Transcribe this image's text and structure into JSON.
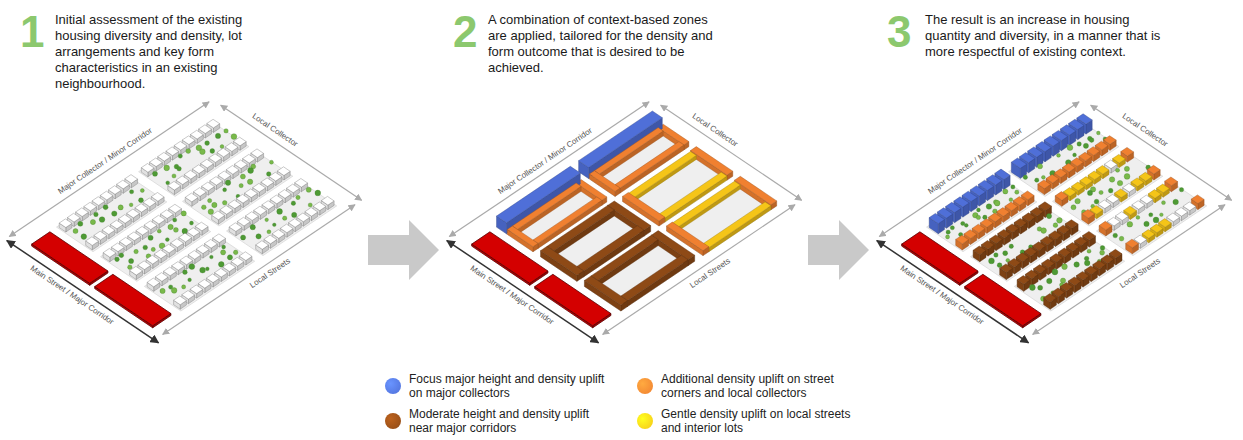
{
  "diagram": {
    "nodes": [
      {
        "text": [
          "1",
          "Initial assessment of the existing housing diversity and density, lot arrangements and key form characteristics in an existing neighbourhood."
        ]
      },
      {
        "text": [
          "2",
          "A combination of context-based zones are applied, tailored for the density and form outcome that is desired to be achieved."
        ]
      },
      {
        "text": [
          "3",
          "The result is an increase in housing quantity and diversity, in a manner that is more respectful of existing context."
        ]
      }
    ],
    "edges": [
      {
        "from": 0,
        "to": 1,
        "arrow": "to"
      },
      {
        "from": 1,
        "to": 2,
        "arrow": "to"
      }
    ],
    "labels": [
      "Major Collector / Minor Corridor",
      "Local Collector",
      "Main Street / Major Corridor",
      "Local Streets",
      "Major Collector / Minor Corridor",
      "Local Collector",
      "Main Street / Major Corridor",
      "Local Streets",
      "Major Collector / Minor Corridor",
      "Local Collector",
      "Main Street / Major Corridor",
      "Local Streets"
    ],
    "legend": [
      {
        "text": "Focus major height and density uplift on major collectors",
        "color": "#4f6fd8"
      },
      {
        "text": "Additional density uplift on street corners and local collectors",
        "color": "#f08030"
      },
      {
        "text": "Moderate height and density uplift near major corridors",
        "color": "#8e4a16"
      },
      {
        "text": "Gentle density uplift on local streets and interior lots",
        "color": "#f5c518"
      }
    ]
  }
}
